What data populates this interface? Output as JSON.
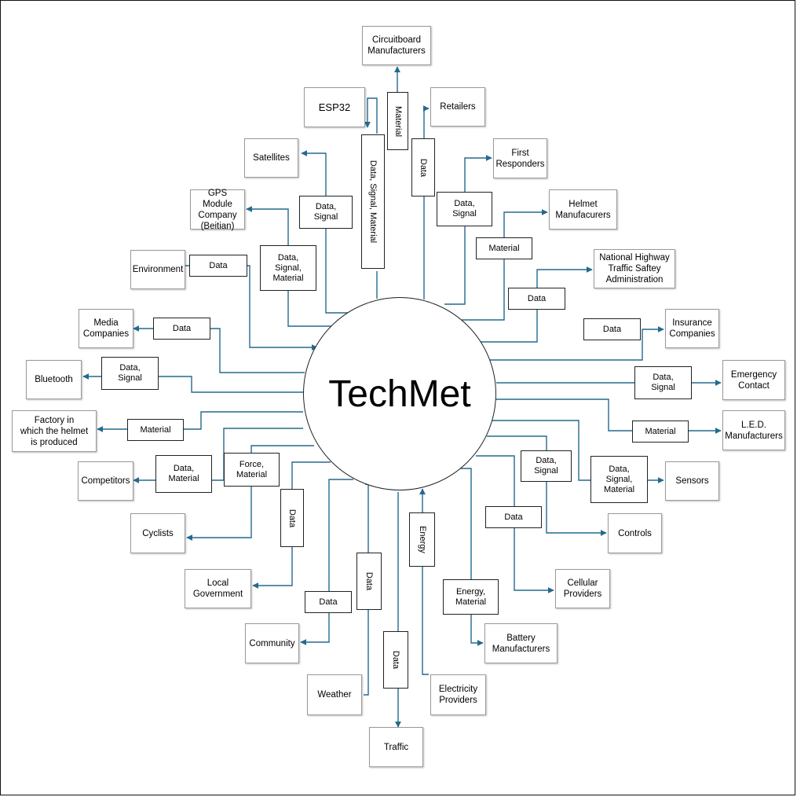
{
  "core": {
    "label": "TechMet"
  },
  "line_color": "#246a8e",
  "entities": {
    "circuitboard": "Circuitboard\nManufacturers",
    "esp32": "ESP32",
    "retailers": "Retailers",
    "satellites": "Satellites",
    "first_responders": "First\nResponders",
    "gps": "GPS Module\nCompany\n(Beitian)",
    "helmet_mfr": "Helmet\nManufacurers",
    "environment": "Environment",
    "nhtsa": "National Highway\nTraffic Saftey\nAdministration",
    "media": "Media\nCompanies",
    "insurance": "Insurance\nCompanies",
    "bluetooth": "Bluetooth",
    "emergency": "Emergency\nContact",
    "factory": "Factory in\nwhich the helmet\nis produced",
    "led": "L.E.D.\nManufacturers",
    "competitors": "Competitors",
    "sensors": "Sensors",
    "cyclists": "Cyclists",
    "controls": "Controls",
    "local_gov": "Local\nGovernment",
    "cellular": "Cellular\nProviders",
    "battery": "Battery\nManufacturers",
    "community": "Community",
    "weather": "Weather",
    "electricity": "Electricity\nProviders",
    "traffic": "Traffic"
  },
  "flows": {
    "material_circuit": "Material",
    "dsm_esp32": "Data, Signal, Material",
    "data_retailers": "Data",
    "ds_satellites": "Data,\nSignal",
    "ds_first_resp": "Data,\nSignal",
    "dsm_gps": "Data,\nSignal,\nMaterial",
    "data_environment": "Data",
    "material_helmet": "Material",
    "data_nhtsa": "Data",
    "data_media": "Data",
    "data_insurance": "Data",
    "ds_bluetooth": "Data,\nSignal",
    "ds_emergency": "Data,\nSignal",
    "material_factory": "Material",
    "material_led": "Material",
    "dm_competitors": "Data,\nMaterial",
    "fm_cyclists": "Force,\nMaterial",
    "ds_controls": "Data,\nSignal",
    "dsm_sensors": "Data,\nSignal,\nMaterial",
    "data_local_gov": "Data",
    "data_cellular": "Data",
    "energy_electricity": "Energy",
    "em_battery": "Energy,\nMaterial",
    "data_weather": "Data",
    "data_community": "Data",
    "data_traffic": "Data"
  }
}
